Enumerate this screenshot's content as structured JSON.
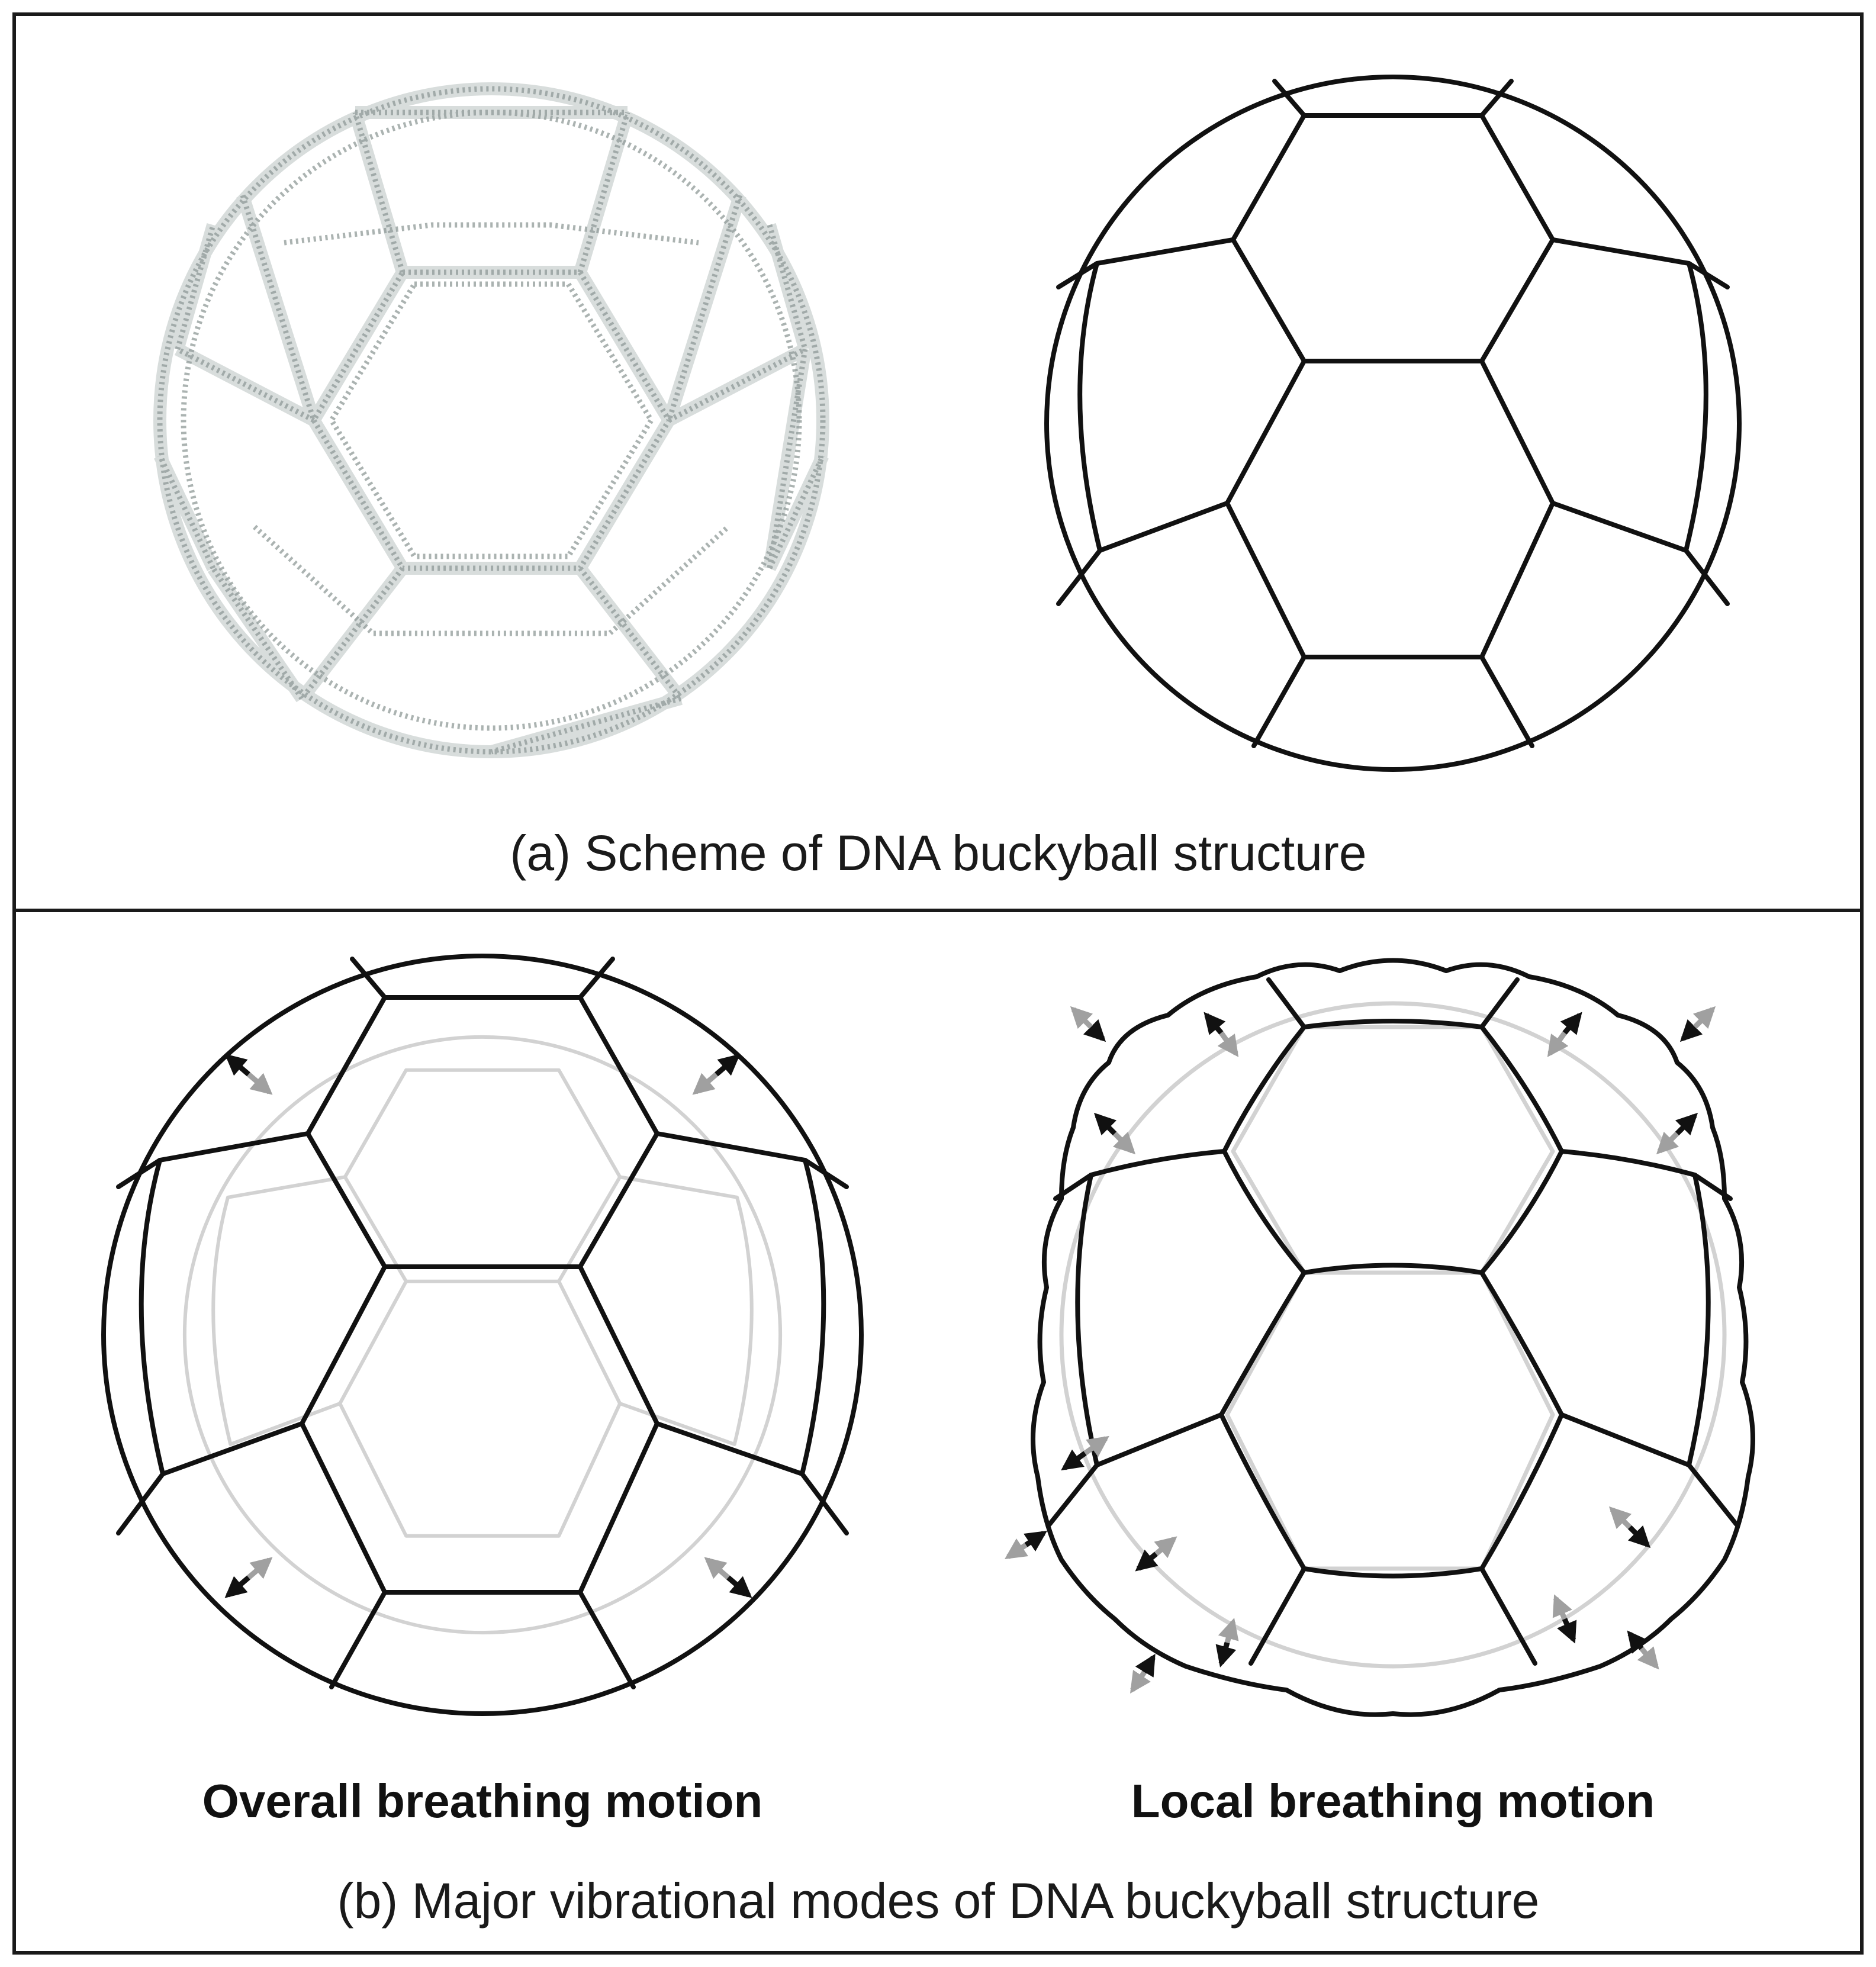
{
  "panel_a": {
    "caption": "(a) Scheme of DNA buckyball structure"
  },
  "panel_b": {
    "caption": "(b) Major vibrational modes of DNA buckyball structure",
    "left_label": "Overall breathing motion",
    "right_label": "Local breathing motion"
  },
  "colors": {
    "ink": "#111111",
    "ghost_outline": "#d2d2d2",
    "arrow_dark": "#111111",
    "arrow_light": "#a0a0a0",
    "dna_helix": "#8f9a98"
  }
}
